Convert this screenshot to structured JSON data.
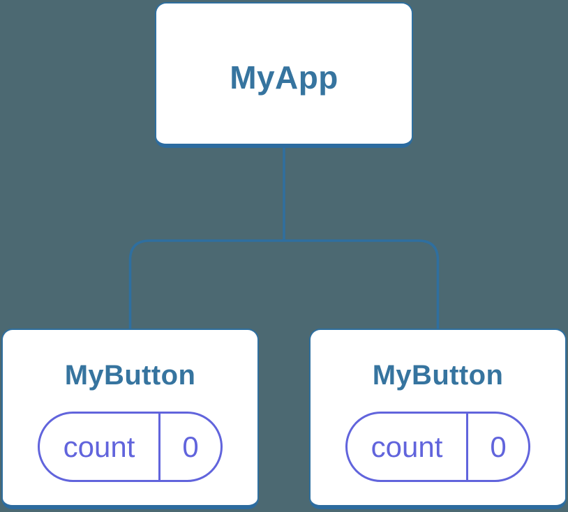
{
  "tree": {
    "root": {
      "label": "MyApp"
    },
    "children": [
      {
        "label": "MyButton",
        "state": {
          "name": "count",
          "value": "0"
        }
      },
      {
        "label": "MyButton",
        "state": {
          "name": "count",
          "value": "0"
        }
      }
    ]
  },
  "colors": {
    "background": "#4c6972",
    "node_fill": "#ffffff",
    "node_border": "#2f6f9f",
    "node_border_bottom": "#2c6b9f",
    "node_label_text": "#36749f",
    "connector_line": "#2f6f9f",
    "state_accent": "#6164dc"
  }
}
